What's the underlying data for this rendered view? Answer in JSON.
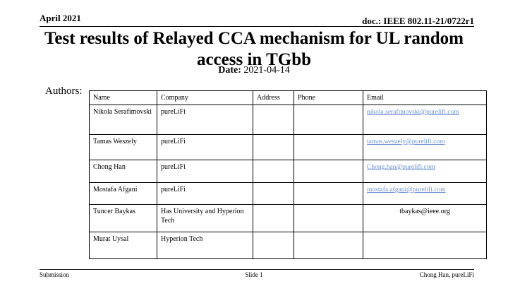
{
  "header": {
    "date": "April 2021",
    "doc_id": "doc.: IEEE 802.11-21/0722r1"
  },
  "slide": {
    "title": "Test results of Relayed CCA mechanism for UL random access in TGbb",
    "date_label": "Date:",
    "date_value": "2021-04-14",
    "authors_label": "Authors:"
  },
  "table": {
    "columns": [
      "Name",
      "Company",
      "Address",
      "Phone",
      "Email"
    ],
    "rows": [
      {
        "name": "Nikola Serafimovski",
        "company": "pureLiFi",
        "address": "",
        "phone": "",
        "email": "nikola.serafimovski@purelifi.com"
      },
      {
        "name": "Tamas Weszely",
        "company": "pureLiFi",
        "address": "",
        "phone": "",
        "email": "tamas.weszely@purelifi.com"
      },
      {
        "name": "Chong Han",
        "company": "pureLiFi",
        "address": "",
        "phone": "",
        "email": "Chong.han@purelifi.com"
      },
      {
        "name": "Mostafa Afgani",
        "company": "pureLiFi",
        "address": "",
        "phone": "",
        "email": "mostafa.afgani@purelifi.com"
      },
      {
        "name": "Tuncer Baykas",
        "company": "Has University and Hyperion Tech",
        "address": "",
        "phone": "",
        "email": "tbaykas@ieee.org"
      },
      {
        "name": "Murat Uysal",
        "company": "Hyperion Tech",
        "address": "",
        "phone": "",
        "email": ""
      }
    ]
  },
  "footer": {
    "left": "Submission",
    "center": "Slide 1",
    "right": "Chong Han, pureLiFi"
  },
  "colors": {
    "link": "#6b8fd4",
    "text": "#000000"
  }
}
